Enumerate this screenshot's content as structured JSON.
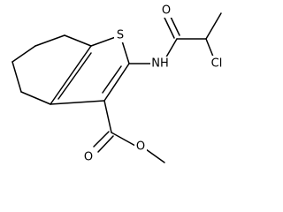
{
  "molecule": {
    "atoms": {
      "sulfur": "S",
      "amide_nitrogen": "NH",
      "amide_oxygen": "O",
      "chlorine": "Cl",
      "ester_carbonyl_oxygen": "O",
      "ester_ether_oxygen": "O"
    },
    "colors": {
      "bond": "#000000",
      "label": "#000000",
      "background": "#ffffff"
    }
  }
}
